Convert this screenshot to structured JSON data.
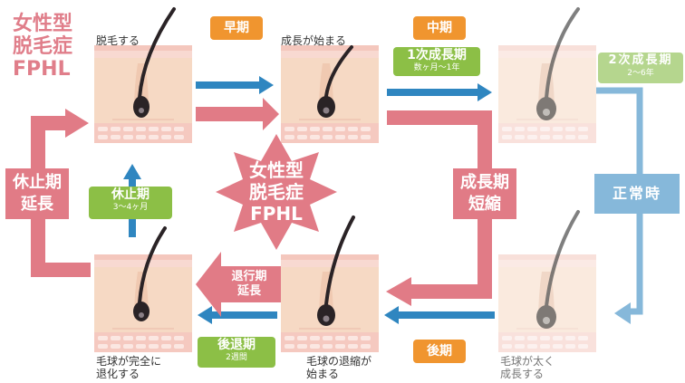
{
  "title": {
    "line1": "女性型",
    "line2": "脱毛症",
    "line3": "FPHL"
  },
  "panels": {
    "p1": "脱毛する",
    "p2": "成長が始まる",
    "p4": {
      "line1": "毛球が太く",
      "line2": "成長する"
    },
    "p5": {
      "line1": "毛球の退縮が",
      "line2": "始まる"
    },
    "p6": {
      "line1": "毛球が完全に",
      "line2": "退化する"
    }
  },
  "phases": {
    "early": "早期",
    "middle": "中期",
    "late": "後期",
    "growth1": {
      "main": "1次成長期",
      "sub": "数ヶ月〜1年"
    },
    "growth2": {
      "main": "2次成長期",
      "sub": "2〜6年"
    },
    "rest": {
      "main": "休止期",
      "sub": "3〜4ヶ月"
    },
    "regress": {
      "main": "後退期",
      "sub": "2週間"
    }
  },
  "abnormal": {
    "rest_extend": {
      "line1": "休止期",
      "line2": "延長"
    },
    "growth_short": {
      "line1": "成長期",
      "line2": "短縮"
    },
    "regress_extend": {
      "line1": "退行期",
      "line2": "延長"
    },
    "burst": {
      "line1": "女性型",
      "line2": "脱毛症",
      "line3": "FPHL"
    }
  },
  "normal_label": "正常時",
  "colors": {
    "fphl_pink": "#e17b86",
    "normal_blue": "#2f86c0",
    "normal_light_blue": "#86b8da",
    "phase_orange": "#f0952f",
    "phase_green": "#8cbf46"
  }
}
